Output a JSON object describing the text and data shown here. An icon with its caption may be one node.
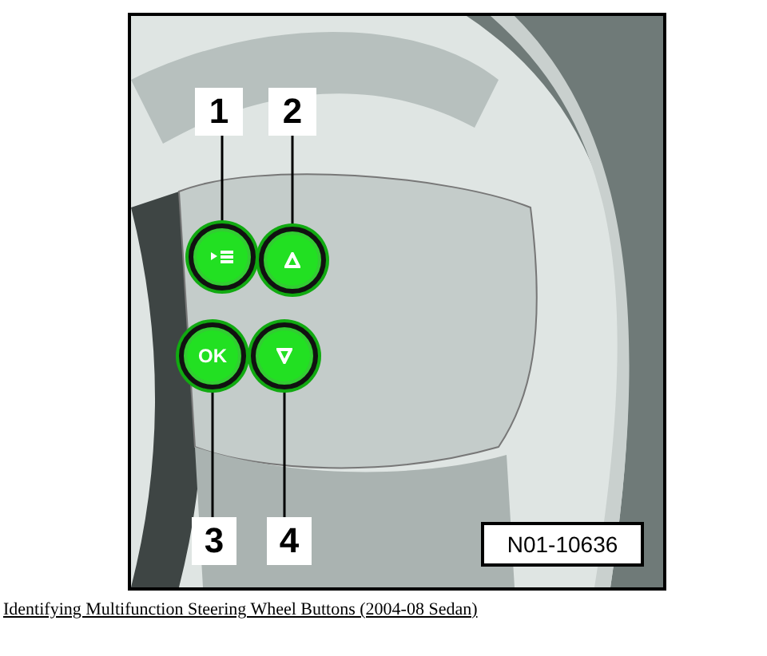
{
  "diagram": {
    "caption": "Identifying Multifunction Steering Wheel Buttons (2004-08 Sedan)",
    "nodes": [
      {
        "text": [
          "1"
        ]
      },
      {
        "text": [
          "2"
        ]
      },
      {
        "text": [],
        "shape": "circle"
      },
      {
        "text": [],
        "shape": "circle"
      },
      {
        "text": [
          "OK"
        ]
      },
      {
        "text": [],
        "shape": "circle"
      },
      {
        "text": [
          "3"
        ]
      },
      {
        "text": [
          "4"
        ]
      }
    ],
    "edges": [
      {
        "from": 0,
        "to": 2,
        "arrow": "none"
      },
      {
        "from": 1,
        "to": 3,
        "arrow": "none"
      },
      {
        "from": 6,
        "to": 4,
        "arrow": "none"
      },
      {
        "from": 7,
        "to": 5,
        "arrow": "none"
      }
    ],
    "labels": [
      "N01-10636"
    ]
  }
}
